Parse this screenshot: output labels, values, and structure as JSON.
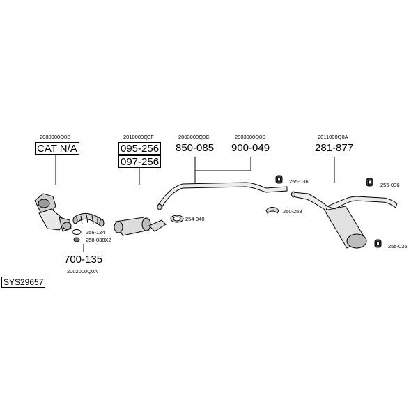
{
  "system_code": "SYS29657",
  "parts": {
    "p1": {
      "ref": "2080000Q0B",
      "price": "CAT N/A"
    },
    "p2": {
      "ref": "2010000Q0F",
      "price_a": "095-256",
      "price_b": "097-256"
    },
    "p3": {
      "ref": "2003000Q0C",
      "price": "850-085"
    },
    "p4": {
      "ref": "2003000Q0D",
      "price": "900-049"
    },
    "p5": {
      "ref": "2011000Q0A",
      "price": "281-877"
    },
    "p6": {
      "ref": "2002000Q0A",
      "price": "700-135"
    }
  },
  "fittings": {
    "f1": "255-036",
    "f2": "255-036",
    "f3": "255-036",
    "f4": "250-258",
    "f5": "254-940",
    "f6": "256-124",
    "f7": "258-038X2"
  }
}
